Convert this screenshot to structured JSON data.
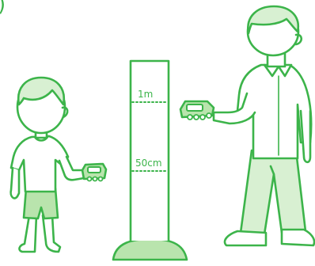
{
  "colors": {
    "line": "#3cb44a",
    "fill_light": "#d8f0d2",
    "fill_mid": "#b9e4ad",
    "background": "#ffffff"
  },
  "figure": {
    "corner_mark": ")",
    "ruler": {
      "upper_label": "1m",
      "lower_label": "50cm"
    },
    "characters": [
      {
        "name": "child",
        "holding": "toy-car"
      },
      {
        "name": "adult",
        "holding": "toy-car"
      }
    ]
  }
}
